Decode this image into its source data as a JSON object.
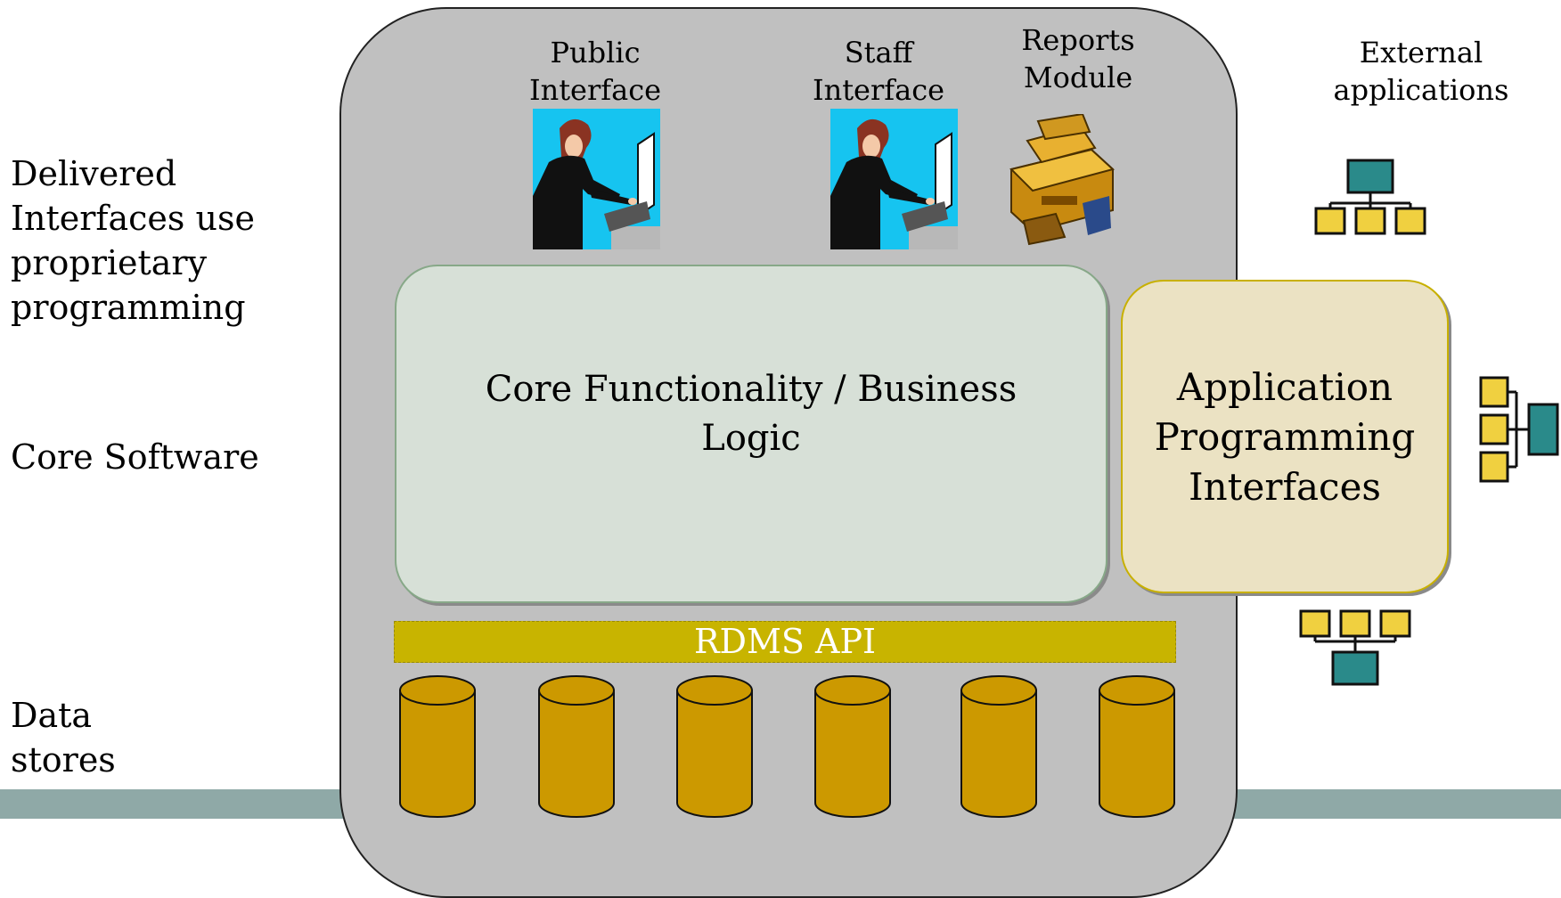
{
  "left_labels": {
    "delivered": [
      "Delivered",
      "Interfaces use",
      "proprietary",
      "programming"
    ],
    "core_software": "Core Software",
    "data_stores": [
      "Data",
      "stores"
    ]
  },
  "headers": {
    "public_interface": [
      "Public",
      "Interface"
    ],
    "staff_interface": [
      "Staff",
      "Interface"
    ],
    "reports_module": [
      "Reports",
      "Module"
    ],
    "external_applications": [
      "External",
      "applications"
    ]
  },
  "core_box": {
    "label_line1": "Core Functionality / Business",
    "label_line2": "Logic"
  },
  "api_box": {
    "label": [
      "Application",
      "Programming",
      "Interfaces"
    ]
  },
  "rdms_api": "RDMS API",
  "icons": [
    "person-at-computer-icon",
    "person-at-computer-icon",
    "printer-icon",
    "network-hierarchy-icon",
    "network-hierarchy-icon",
    "network-hierarchy-icon"
  ],
  "colors": {
    "container": "#c0c0c0",
    "core": "#d7e0d7",
    "api": "#ebe2c3",
    "rdms": "#c8b400",
    "database": "#cc9900",
    "band": "#8fa9a7"
  }
}
